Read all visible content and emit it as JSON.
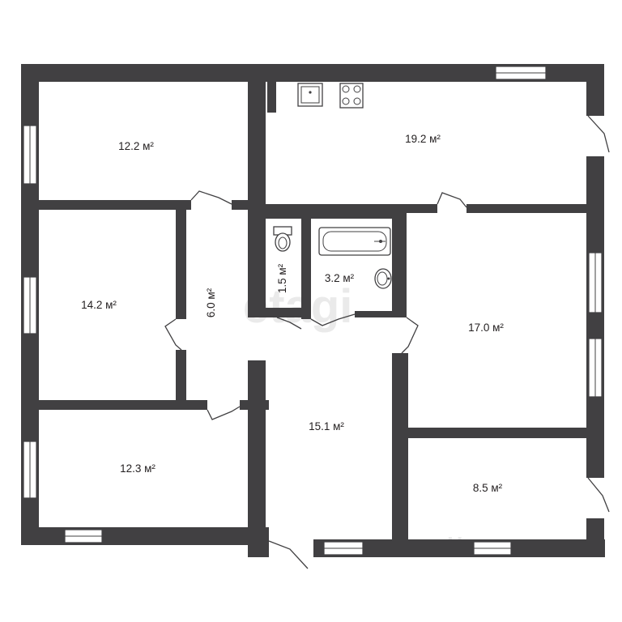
{
  "rooms": [
    {
      "id": "bedroom-top-left",
      "area": "12.2 м²"
    },
    {
      "id": "kitchen",
      "area": "19.2 м²"
    },
    {
      "id": "room-left-middle",
      "area": "14.2 м²"
    },
    {
      "id": "corridor",
      "area": "6.0 м²"
    },
    {
      "id": "toilet",
      "area": "1.5 м²"
    },
    {
      "id": "bathroom",
      "area": "3.2 м²"
    },
    {
      "id": "room-right",
      "area": "17.0 м²"
    },
    {
      "id": "hall",
      "area": "15.1 м²"
    },
    {
      "id": "bedroom-bottom-left",
      "area": "12.3 м²"
    },
    {
      "id": "room-bottom-right",
      "area": "8.5 м²"
    }
  ],
  "watermarks": {
    "center": "etagi",
    "corner": "Циан"
  },
  "colors": {
    "wall": "#414042",
    "background": "#ffffff"
  }
}
